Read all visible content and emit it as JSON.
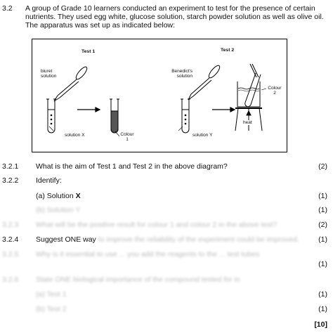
{
  "question": {
    "number": "3.2",
    "intro": "A group of Grade 10 learners conducted an experiment to test for the presence of certain nutrients. They used egg white, glucose solution, starch powder solution as well as olive oil. The apparatus was set up as indicated below:"
  },
  "diagram": {
    "test1_title": "Test 1",
    "test2_title": "Test 2",
    "biuret_label": "biuret solution",
    "benedicts_label": "Benedict's solution",
    "solution_x_label": "solution X",
    "solution_y_label": "solution Y",
    "colour1_label": "Colour 1",
    "colour2_label": "Colour 2",
    "heat_label": "heat"
  },
  "items": [
    {
      "num": "3.2.1",
      "text": "What is the aim of Test 1 and Test 2 in the above diagram?",
      "marks": "(2)"
    },
    {
      "num": "3.2.2",
      "text": "Identify:",
      "marks": ""
    },
    {
      "num": "",
      "text": "(a) Solution",
      "bold": "X",
      "marks": "(1)"
    },
    {
      "num": "",
      "text": "(b) Solution Y",
      "marks": "(1)"
    },
    {
      "num": "3.2.3",
      "text": "What will be the positive result for colour 1 and colour 2 in the above test?",
      "marks": "(2)"
    },
    {
      "num": "3.2.4",
      "text": "Suggest ONE way",
      "blurred_tail": "to improve the reliability of the experiment could be improved.",
      "marks": "(1)"
    },
    {
      "num": "3.2.5",
      "text": "Why is it essential to use ... you add the reagents to the ... test tubes",
      "marks": "(1)"
    },
    {
      "num": "3.2.6",
      "text": "State ONE biological importance of the compound tested for in",
      "marks": ""
    },
    {
      "num": "",
      "text": "(a) Test 1",
      "marks": "(1)"
    },
    {
      "num": "",
      "text": "(b) Test 2",
      "marks": "(1)"
    }
  ],
  "total": "[10]"
}
